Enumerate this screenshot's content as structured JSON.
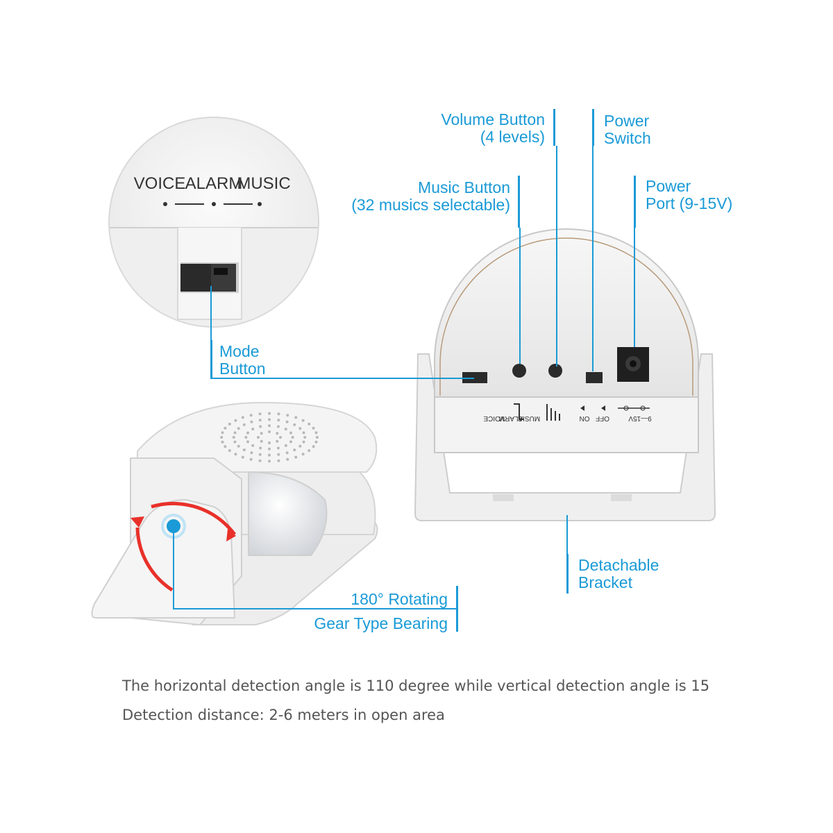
{
  "zoom_panel": {
    "switch_labels": [
      "VOICE",
      "ALARM",
      "MUSIC"
    ]
  },
  "device_panel": {
    "mode_labels": [
      "VOICE",
      "ALARM",
      "MUSIC"
    ],
    "on_label": "ON",
    "off_label": "OFF",
    "voltage_label": "9—15V"
  },
  "callouts": {
    "volume": [
      "Volume Button",
      "(4 levels)"
    ],
    "power_switch": [
      "Power",
      "Switch"
    ],
    "music": [
      "Music Button",
      "(32 musics selectable)"
    ],
    "power_port": [
      "Power",
      "Port (9-15V)"
    ],
    "mode": [
      "Mode",
      "Button"
    ],
    "bracket": [
      "Detachable",
      "Bracket"
    ],
    "rotating": [
      "180° Rotating",
      "Gear Type Bearing"
    ]
  },
  "captions": {
    "line1": "The horizontal detection angle is 110 degree while vertical detection angle is 15",
    "line2": "Detection distance: 2-6 meters in open area"
  },
  "colors": {
    "accent": "#1a9ad6",
    "arrow": "#e8312a",
    "caption_text": "#555555"
  }
}
